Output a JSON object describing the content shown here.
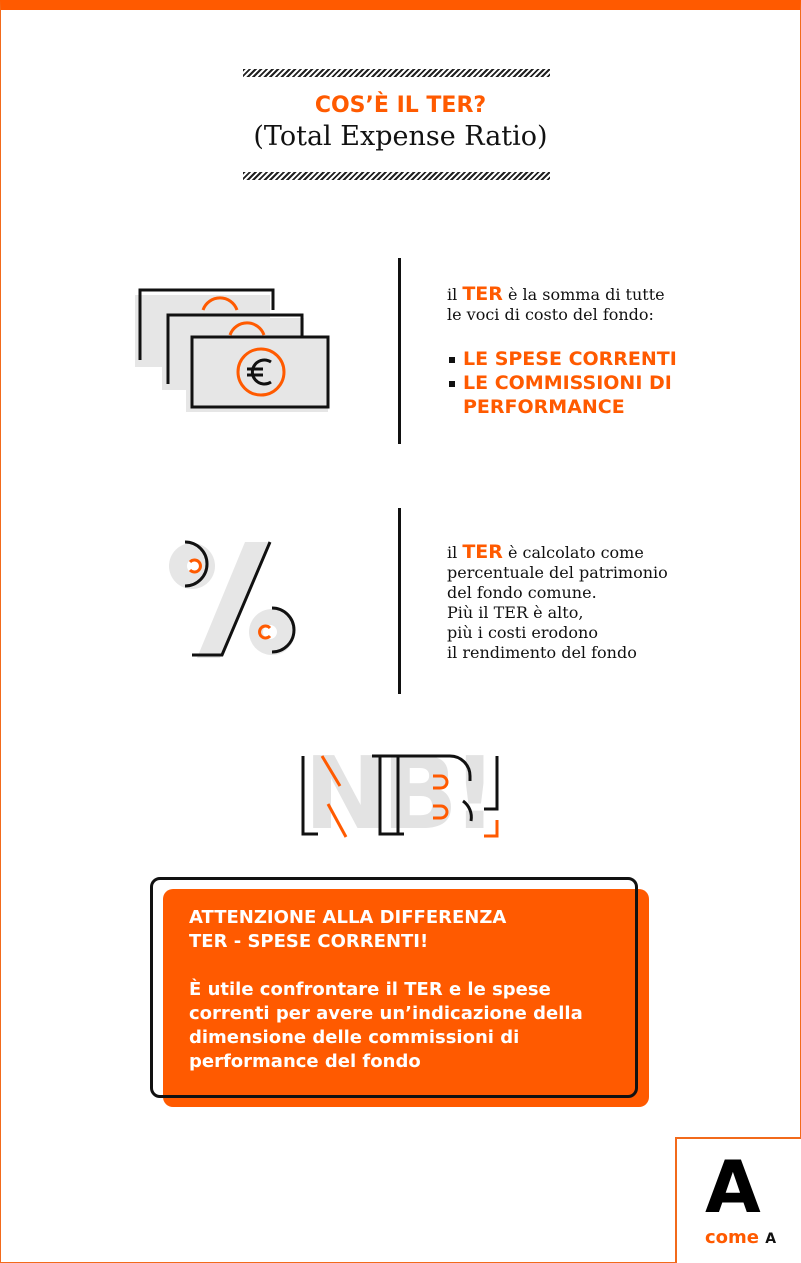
{
  "header": {
    "title": "COS’È IL TER?",
    "subtitle": "(Total Expense Ratio)"
  },
  "section1": {
    "pre": "il ",
    "ter": "TER",
    "post": " è la somma di tutte",
    "line2": "le voci di costo del fondo:",
    "bullets": [
      "LE SPESE CORRENTI",
      "LE COMMISSIONI DI",
      "PERFORMANCE"
    ]
  },
  "section2": {
    "pre": "il ",
    "ter": "TER",
    "post": " è calcolato come",
    "lines": [
      "percentuale del patrimonio",
      "del fondo comune.",
      "Più il TER è alto,",
      "più i costi erodono",
      "il rendimento del fondo"
    ]
  },
  "nb": "NB!",
  "notice": {
    "heading1": "ATTENZIONE ALLA DIFFERENZA",
    "heading2": "TER - SPESE CORRENTI!",
    "body": "È utile confrontare il TER e le spese correnti per avere un’indicazione della dimensione delle commissioni di performance del fondo"
  },
  "logo": {
    "letter": "A",
    "come": "come",
    "a": "A"
  },
  "colors": {
    "accent": "#ff5a00"
  }
}
